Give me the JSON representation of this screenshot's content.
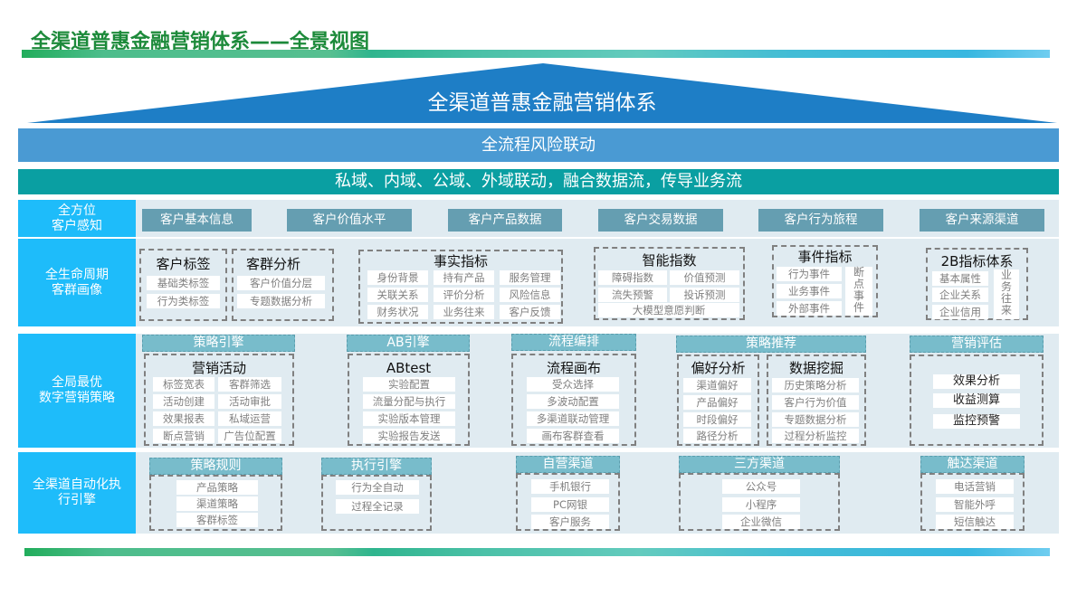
{
  "title": "全渠道普惠金融营销体系——全景视图",
  "roof": {
    "label": "全渠道普惠金融营销体系",
    "color": "#1e7ec6"
  },
  "bands": {
    "risk": "全流程风险联动",
    "flow": "私域、内域、公域、外域联动，融合数据流，传导业务流"
  },
  "colors": {
    "title_green": "#1c8a3a",
    "row_head": "#1ebcfa",
    "row_body": "#e0ebf1",
    "pill": "#659eb1",
    "engine_header": "#78bccb",
    "band_risk": "#4a9ad3",
    "band_flow": "#0a9fa2"
  },
  "rows": {
    "perception": {
      "head": "全方位\n客户感知",
      "items": [
        "客户基本信息",
        "客户价值水平",
        "客户产品数据",
        "客户交易数据",
        "客户行为旅程",
        "客户来源渠道"
      ]
    },
    "portrait": {
      "head": "全生命周期\n客群画像",
      "customer_tags": {
        "title": "客户标签",
        "items": [
          "基础类标签",
          "行为类标签"
        ]
      },
      "segment_analysis": {
        "title": "客群分析",
        "items": [
          "客户价值分层",
          "专题数据分析"
        ]
      },
      "fact_metrics": {
        "title": "事实指标",
        "items": [
          "身份背景",
          "持有产品",
          "服务管理",
          "关联关系",
          "评价分析",
          "风险信息",
          "财务状况",
          "业务往来",
          "客户反馈"
        ]
      },
      "smart_index": {
        "title": "智能指数",
        "items": [
          "障碍指数",
          "价值预测",
          "流失预警",
          "投诉预测",
          "大模型意愿判断"
        ]
      },
      "event_metrics": {
        "title": "事件指标",
        "items": [
          "行为事件",
          "业务事件",
          "外部事件"
        ],
        "side": "断\n点\n事\n件"
      },
      "b2b_metrics": {
        "title": "2B指标体系",
        "items": [
          "基本属性",
          "企业关系",
          "企业信用"
        ],
        "side": "业\n务\n往\n来"
      }
    },
    "strategy": {
      "head": "全局最优\n数字营销策略",
      "strategy_engine": {
        "header": "策略引擎",
        "title": "营销活动",
        "items": [
          "标签宽表",
          "客群筛选",
          "活动创建",
          "活动审批",
          "效果报表",
          "私域运营",
          "断点营销",
          "广告位配置"
        ]
      },
      "ab_engine": {
        "header": "AB引擎",
        "title": "ABtest",
        "items": [
          "实验配置",
          "流量分配与执行",
          "实验版本管理",
          "实验报告发送"
        ]
      },
      "flow_orchestration": {
        "header": "流程编排",
        "title": "流程画布",
        "items": [
          "受众选择",
          "多波动配置",
          "多渠道联动管理",
          "画布客群查看"
        ]
      },
      "strategy_recommend": {
        "header": "策略推荐",
        "preference": {
          "title": "偏好分析",
          "items": [
            "渠道偏好",
            "产品偏好",
            "时段偏好",
            "路径分析"
          ]
        },
        "mining": {
          "title": "数据挖掘",
          "items": [
            "历史策略分析",
            "客户行为价值",
            "专题数据分析",
            "过程分析监控"
          ]
        }
      },
      "evaluation": {
        "header": "营销评估",
        "items": [
          "效果分析",
          "收益测算",
          "监控预警"
        ]
      }
    },
    "execution": {
      "head": "全渠道自动化执\n行引擎",
      "strategy_rules": {
        "header": "策略规则",
        "items": [
          "产品策略",
          "渠道策略",
          "客群标签"
        ]
      },
      "exec_engine": {
        "header": "执行引擎",
        "items": [
          "行为全自动",
          "过程全记录"
        ]
      },
      "own_channels": {
        "header": "自营渠道",
        "items": [
          "手机银行",
          "PC网银",
          "客户服务"
        ]
      },
      "third_channels": {
        "header": "三方渠道",
        "items": [
          "公众号",
          "小程序",
          "企业微信"
        ]
      },
      "reach_channels": {
        "header": "触达渠道",
        "items": [
          "电话营销",
          "智能外呼",
          "短信触达"
        ]
      }
    }
  }
}
